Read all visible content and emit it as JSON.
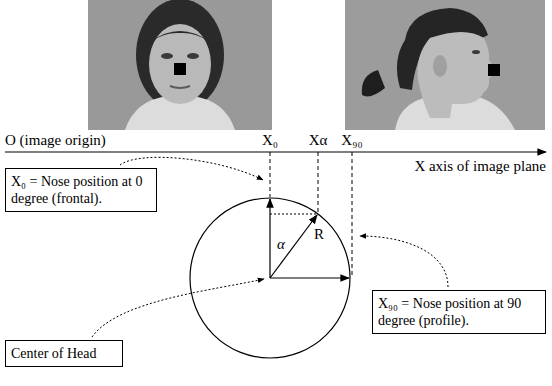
{
  "diagram": {
    "nodes": [
      {
        "text": [
          "X₀ = Nose position at 0 degree (frontal)."
        ]
      },
      {
        "text": [
          "X₉₀ = Nose position at 90 degree (profile)."
        ]
      },
      {
        "text": [
          "Center of Head"
        ]
      }
    ],
    "labels": [
      "O (image origin)",
      "X₀",
      "Xα",
      "X₉₀",
      "X axis of image plane",
      "α",
      "R"
    ]
  }
}
